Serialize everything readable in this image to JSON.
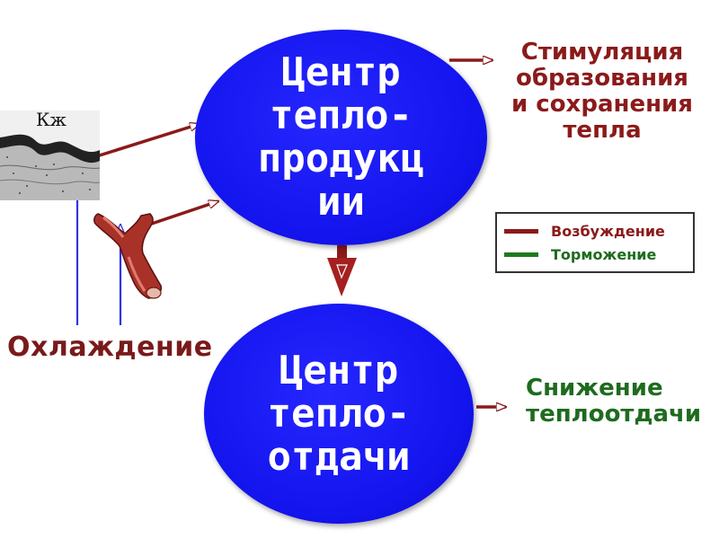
{
  "nodes": {
    "heat_production": {
      "line1": "Центр",
      "line2": "тепло-",
      "line3": "продукц",
      "line4": "ии"
    },
    "heat_loss": {
      "line1": "Центр",
      "line2": "тепло-",
      "line3": "отдачи"
    }
  },
  "outputs": {
    "stimulation": {
      "line1": "Стимуляция",
      "line2": "образования",
      "line3": "и сохранения",
      "line4": "тепла"
    },
    "reduction": {
      "line1": "Снижение",
      "line2": "теплоотдачи"
    }
  },
  "inputs": {
    "cooling_label": "Охлаждение",
    "skin_label": "Кж"
  },
  "legend": {
    "excitation": {
      "label": "Возбуждение",
      "color": "#8b1a1a"
    },
    "inhibition": {
      "label": "Торможение",
      "color": "#1e7a1e"
    }
  },
  "colors": {
    "node_fill": "#1414ee",
    "arrow_excitation": "#8b1a1a",
    "arrow_cooling": "#3333dd"
  },
  "icons": [
    "skin-section-image",
    "blood-vessel-image"
  ]
}
